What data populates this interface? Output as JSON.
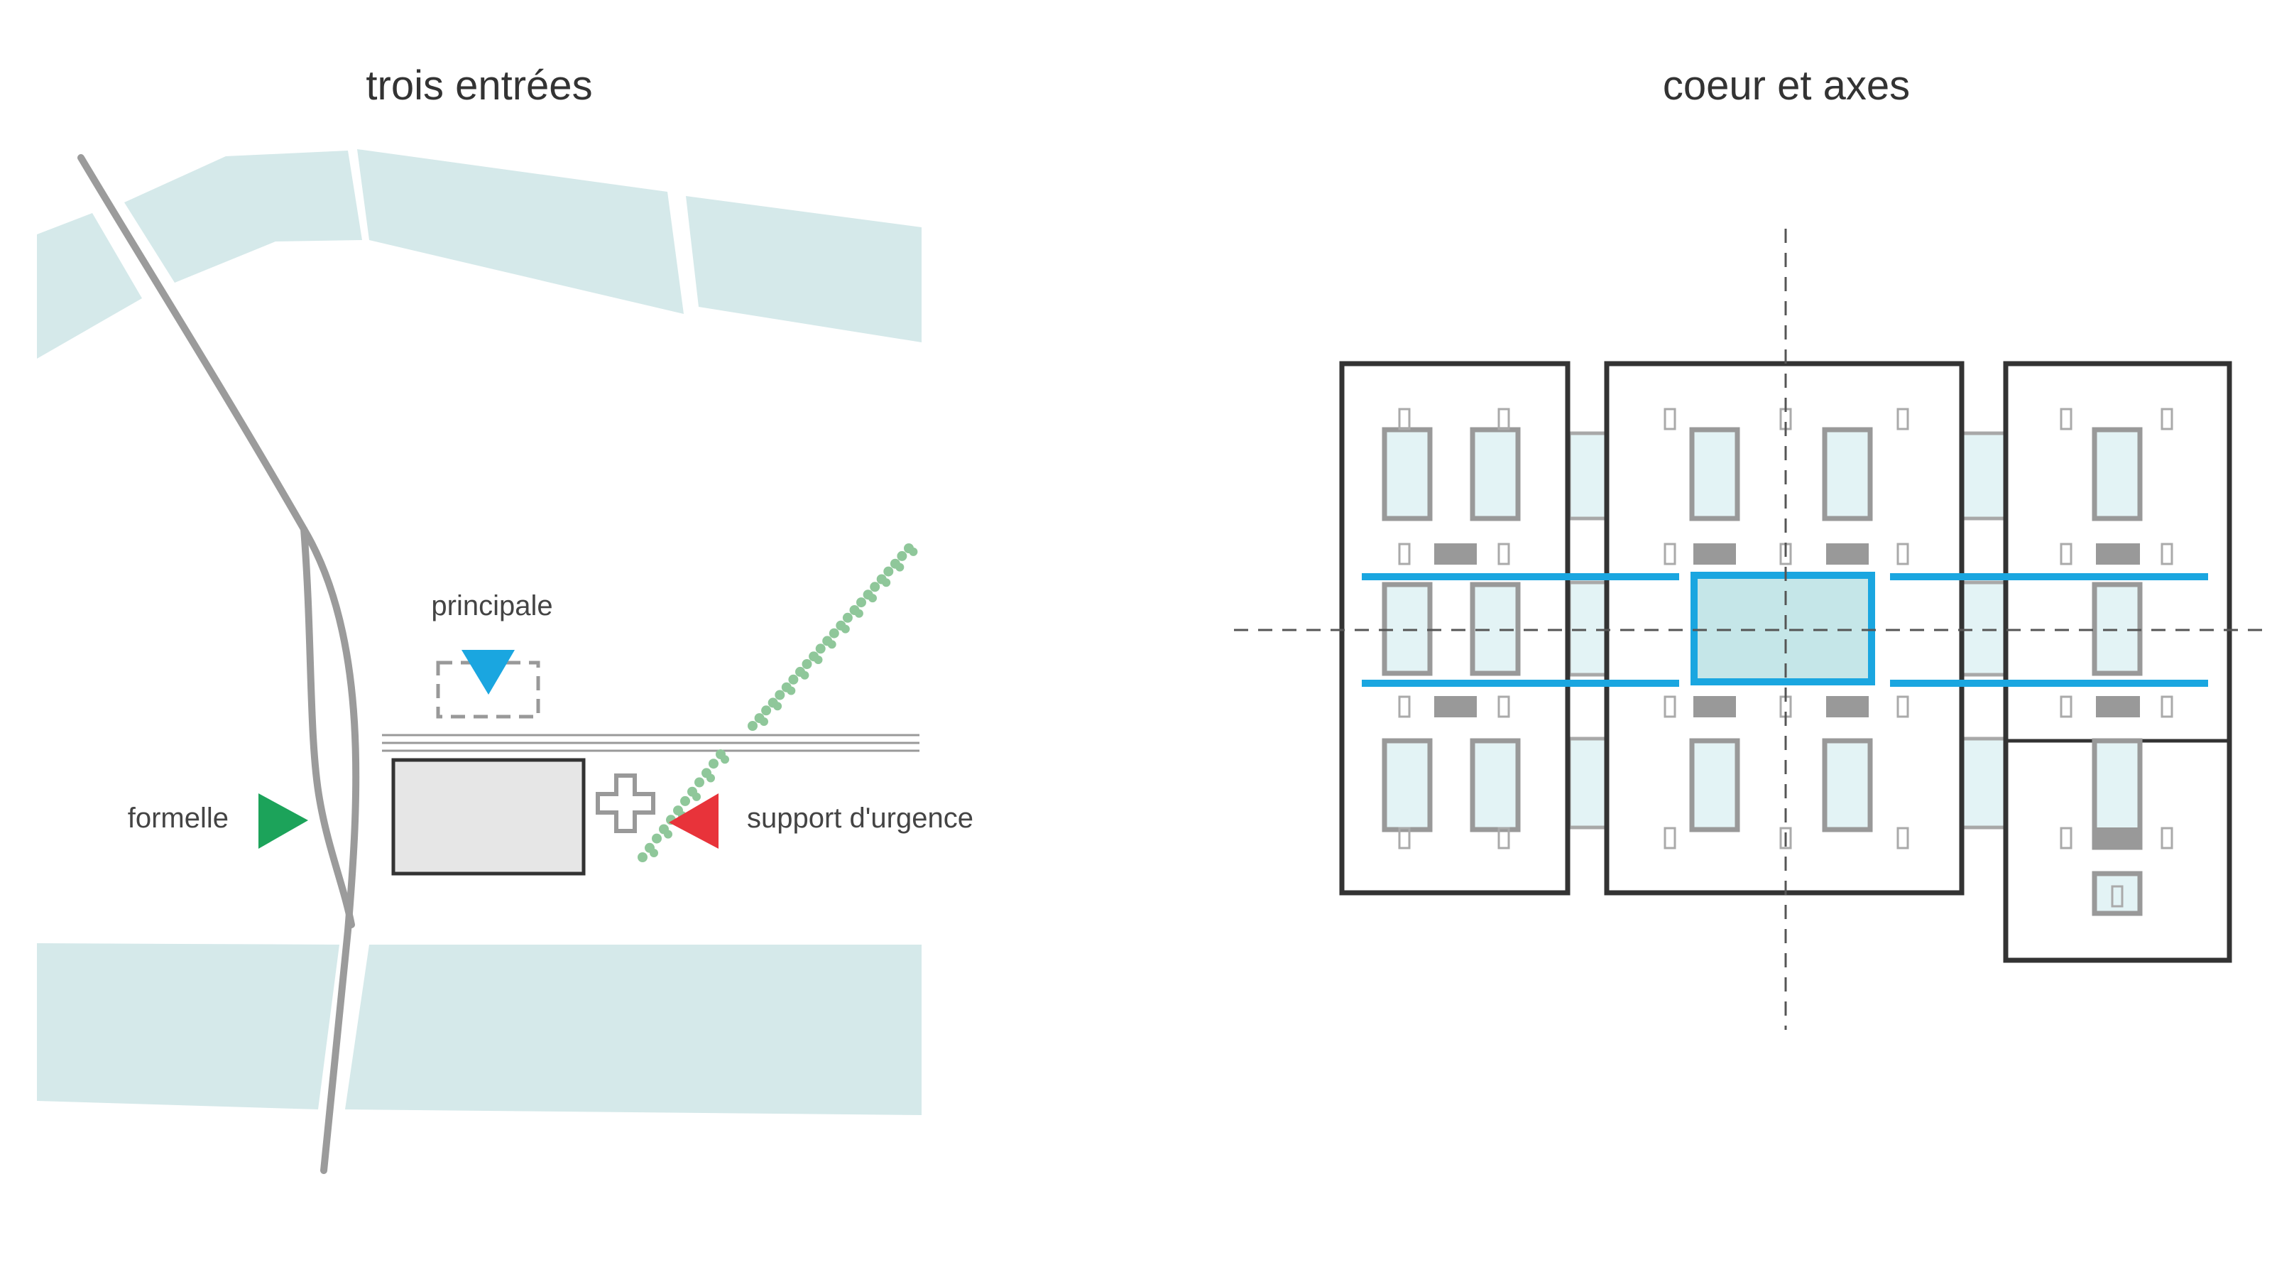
{
  "left_panel": {
    "title": "trois entrées",
    "entrances": [
      {
        "label": "principale",
        "color": "#1aa6e0"
      },
      {
        "label": "formelle",
        "color": "#1ca35a"
      },
      {
        "label": "support d'urgence",
        "color": "#e8333a"
      }
    ]
  },
  "right_panel": {
    "title": "coeur et axes"
  },
  "colors": {
    "water": "#d5e9ea",
    "road": "#9b9b9b",
    "building_fill": "#e6e6e6",
    "building_stroke": "#333333",
    "trees": "#8fc79a",
    "axis_blue": "#1aa6e0",
    "court_fill": "#e3f3f5",
    "heart_fill": "#c5e6e8"
  }
}
